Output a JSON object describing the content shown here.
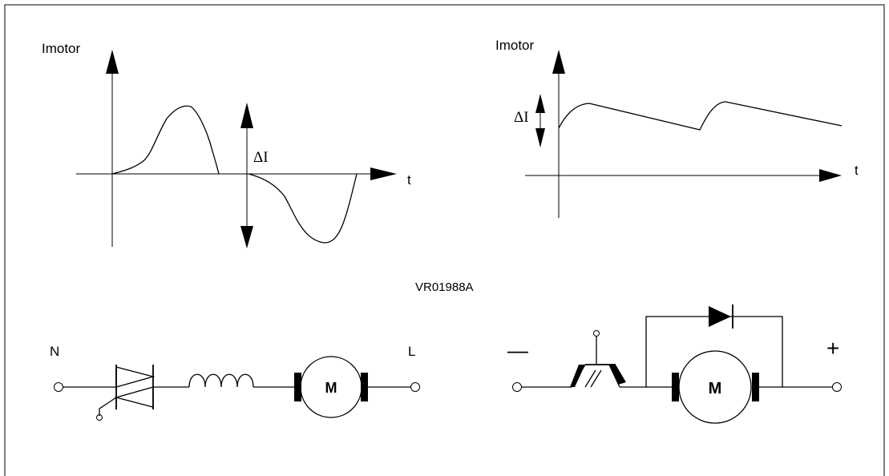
{
  "graph_left": {
    "y_axis_label": "Imotor",
    "x_axis_label": "t",
    "delta_label": "ΔI"
  },
  "graph_right": {
    "y_axis_label": "Imotor",
    "x_axis_label": "t",
    "delta_label": "ΔI"
  },
  "figure_code": "VR01988A",
  "circuit_ac": {
    "left_terminal": "N",
    "right_terminal": "L",
    "motor_label": "M"
  },
  "circuit_dc": {
    "left_terminal": "—",
    "right_terminal": "+",
    "motor_label": "M"
  }
}
